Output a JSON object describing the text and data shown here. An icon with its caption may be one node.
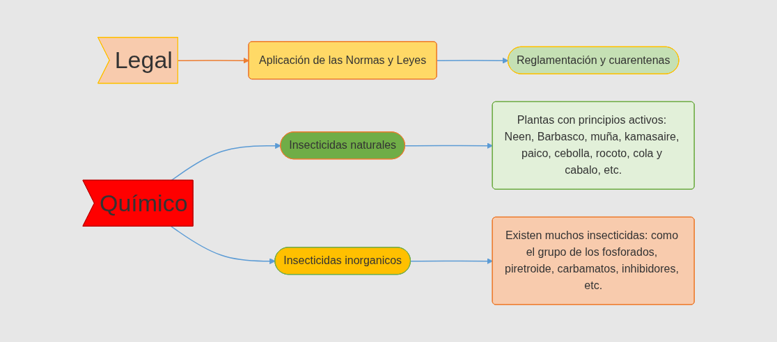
{
  "diagram": {
    "nodes": [
      {
        "text": [
          "Legal"
        ]
      },
      {
        "text": [
          "Aplicación de las Normas y Leyes"
        ]
      },
      {
        "text": [
          "Reglamentación y cuarentenas"
        ]
      },
      {
        "text": [
          "Químico"
        ]
      },
      {
        "text": [
          "Insecticidas naturales"
        ]
      },
      {
        "text": [
          "Plantas con principios activos: Neen, Barbasco, muña, kamasaire, paico, cebolla, rocoto, cola y cabalo, etc."
        ]
      },
      {
        "text": [
          "Insecticidas inorganicos"
        ]
      },
      {
        "text": [
          "Existen muchos insecticidas: como el grupo de los fosforados, piretroide, carbamatos, inhibidores, etc."
        ]
      }
    ],
    "edges": [
      {
        "from": 0,
        "to": 1,
        "arrow": "to",
        "color": "#ed7d31"
      },
      {
        "from": 1,
        "to": 2,
        "arrow": "to"
      },
      {
        "from": 3,
        "to": 4,
        "arrow": "to"
      },
      {
        "from": 3,
        "to": 6,
        "arrow": "to"
      },
      {
        "from": 4,
        "to": 5,
        "arrow": "to"
      },
      {
        "from": 6,
        "to": 7,
        "arrow": "to"
      }
    ]
  }
}
